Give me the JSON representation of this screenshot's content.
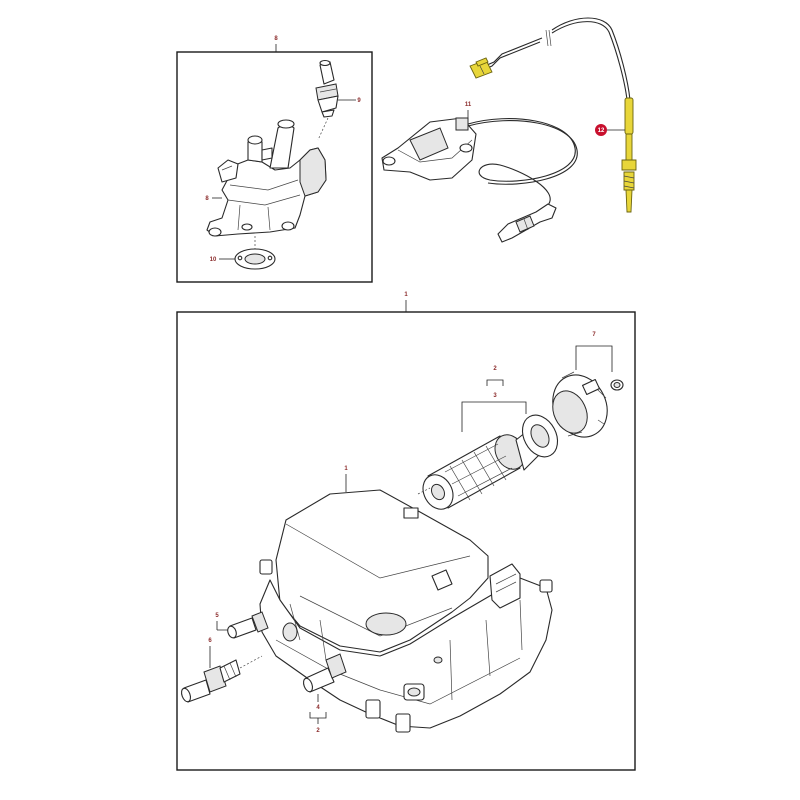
{
  "callouts": {
    "c8_group": "8",
    "c9": "9",
    "c8_item": "8",
    "c10": "10",
    "c11": "11",
    "c12": "12",
    "c1_group": "1",
    "c1_item": "1",
    "c7": "7",
    "c2_top": "2",
    "c3": "3",
    "c5": "5",
    "c6": "6",
    "c4": "4",
    "c2_bottom": "2"
  },
  "colors": {
    "highlight": "#c8102e",
    "callout_text": "#8b2b2b",
    "sensor_yellow": "#e8d63a"
  }
}
